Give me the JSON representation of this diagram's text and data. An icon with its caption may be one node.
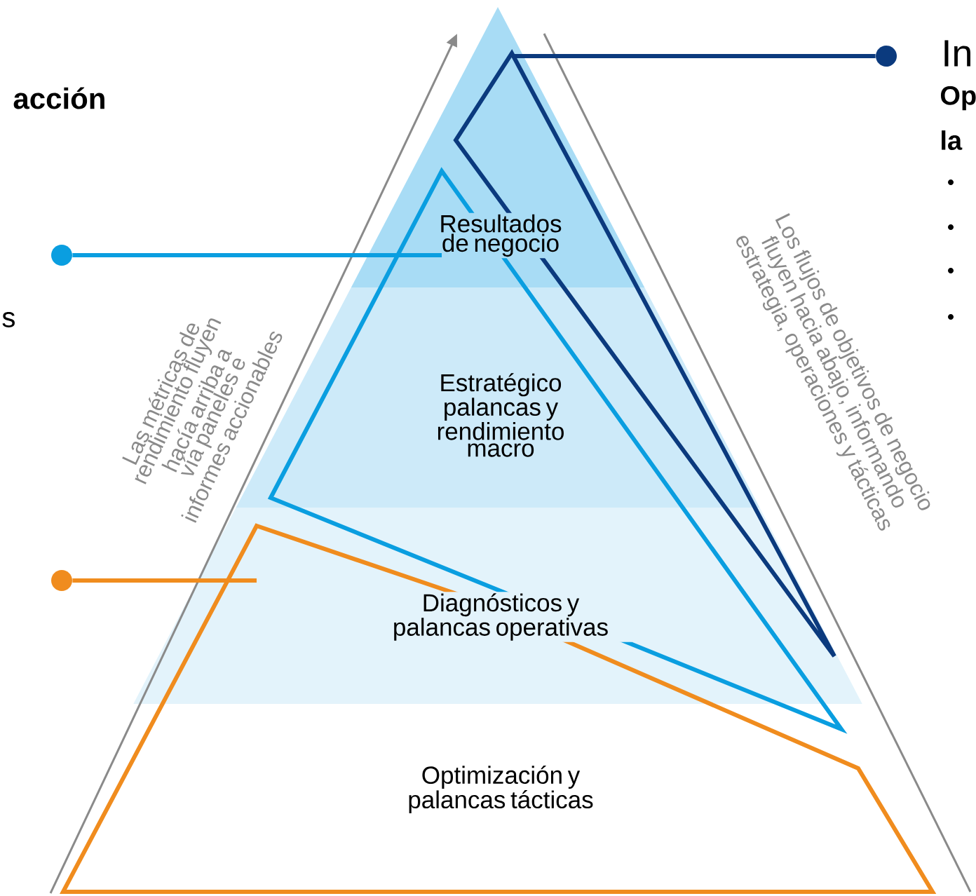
{
  "diagram": {
    "nodes": [
      {
        "text": [],
        "shape": "triangle"
      },
      {
        "text": [],
        "shape": "triangle"
      },
      {
        "text": [],
        "shape": "trapezoid"
      },
      {
        "text": [
          "Resultados de negocio"
        ]
      },
      {
        "text": [
          "Estratégico palancas y rendimiento macro"
        ],
        "in": 1
      },
      {
        "text": [
          "Diagnósticos y palancas operativas"
        ],
        "in": 2
      },
      {
        "text": [
          "Optimización y palancas tácticas"
        ],
        "in": 2
      },
      {
        "text": [],
        "shape": "circle"
      },
      {
        "text": [],
        "shape": "circle"
      },
      {
        "text": [],
        "shape": "circle"
      }
    ],
    "edges": [
      {
        "from": 7,
        "to": 0,
        "arrow": "none",
        "color": "#0b3a7e"
      },
      {
        "from": 8,
        "to": 1,
        "arrow": "none",
        "color": "#0a9ee0"
      },
      {
        "from": 9,
        "to": 2,
        "arrow": "none",
        "color": "#f08c1e"
      }
    ],
    "labels": [
      "acción",
      "In",
      "Op",
      "la",
      "s",
      "Las métricas de rendimiento fluyen hacía arriba a vía paneles e informes accionables",
      "Los flujos de objetivos de negocio fluyen hacia abajo, informando estrategia, operaciones y tácticas"
    ]
  }
}
